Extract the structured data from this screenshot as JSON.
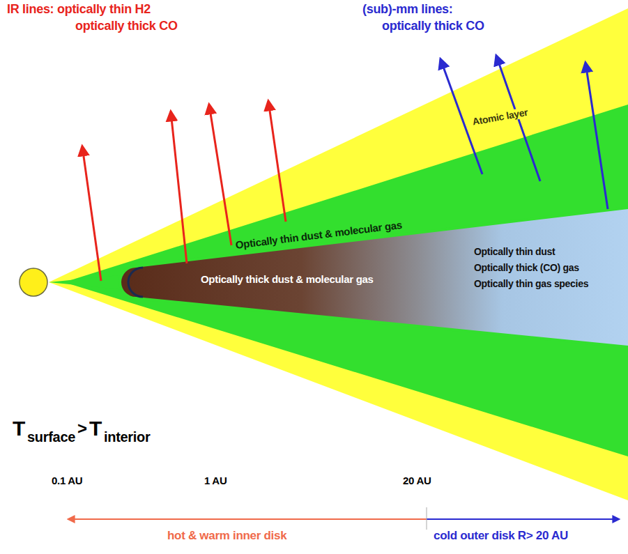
{
  "diagram": {
    "labels": [
      "IR lines: optically thin H2",
      "optically thick CO",
      "(sub)-mm lines:",
      "optically thick CO",
      "Atomic layer",
      "Optically thin dust & molecular gas",
      "Optically thick dust & molecular gas",
      "Optically thin dust",
      "Optically thick (CO) gas",
      "Optically thin gas species",
      "T",
      "surface",
      ">",
      "T",
      "interior",
      "0.1 AU",
      "1 AU",
      "20 AU",
      "hot & warm inner disk",
      "cold outer disk R> 20 AU"
    ]
  }
}
